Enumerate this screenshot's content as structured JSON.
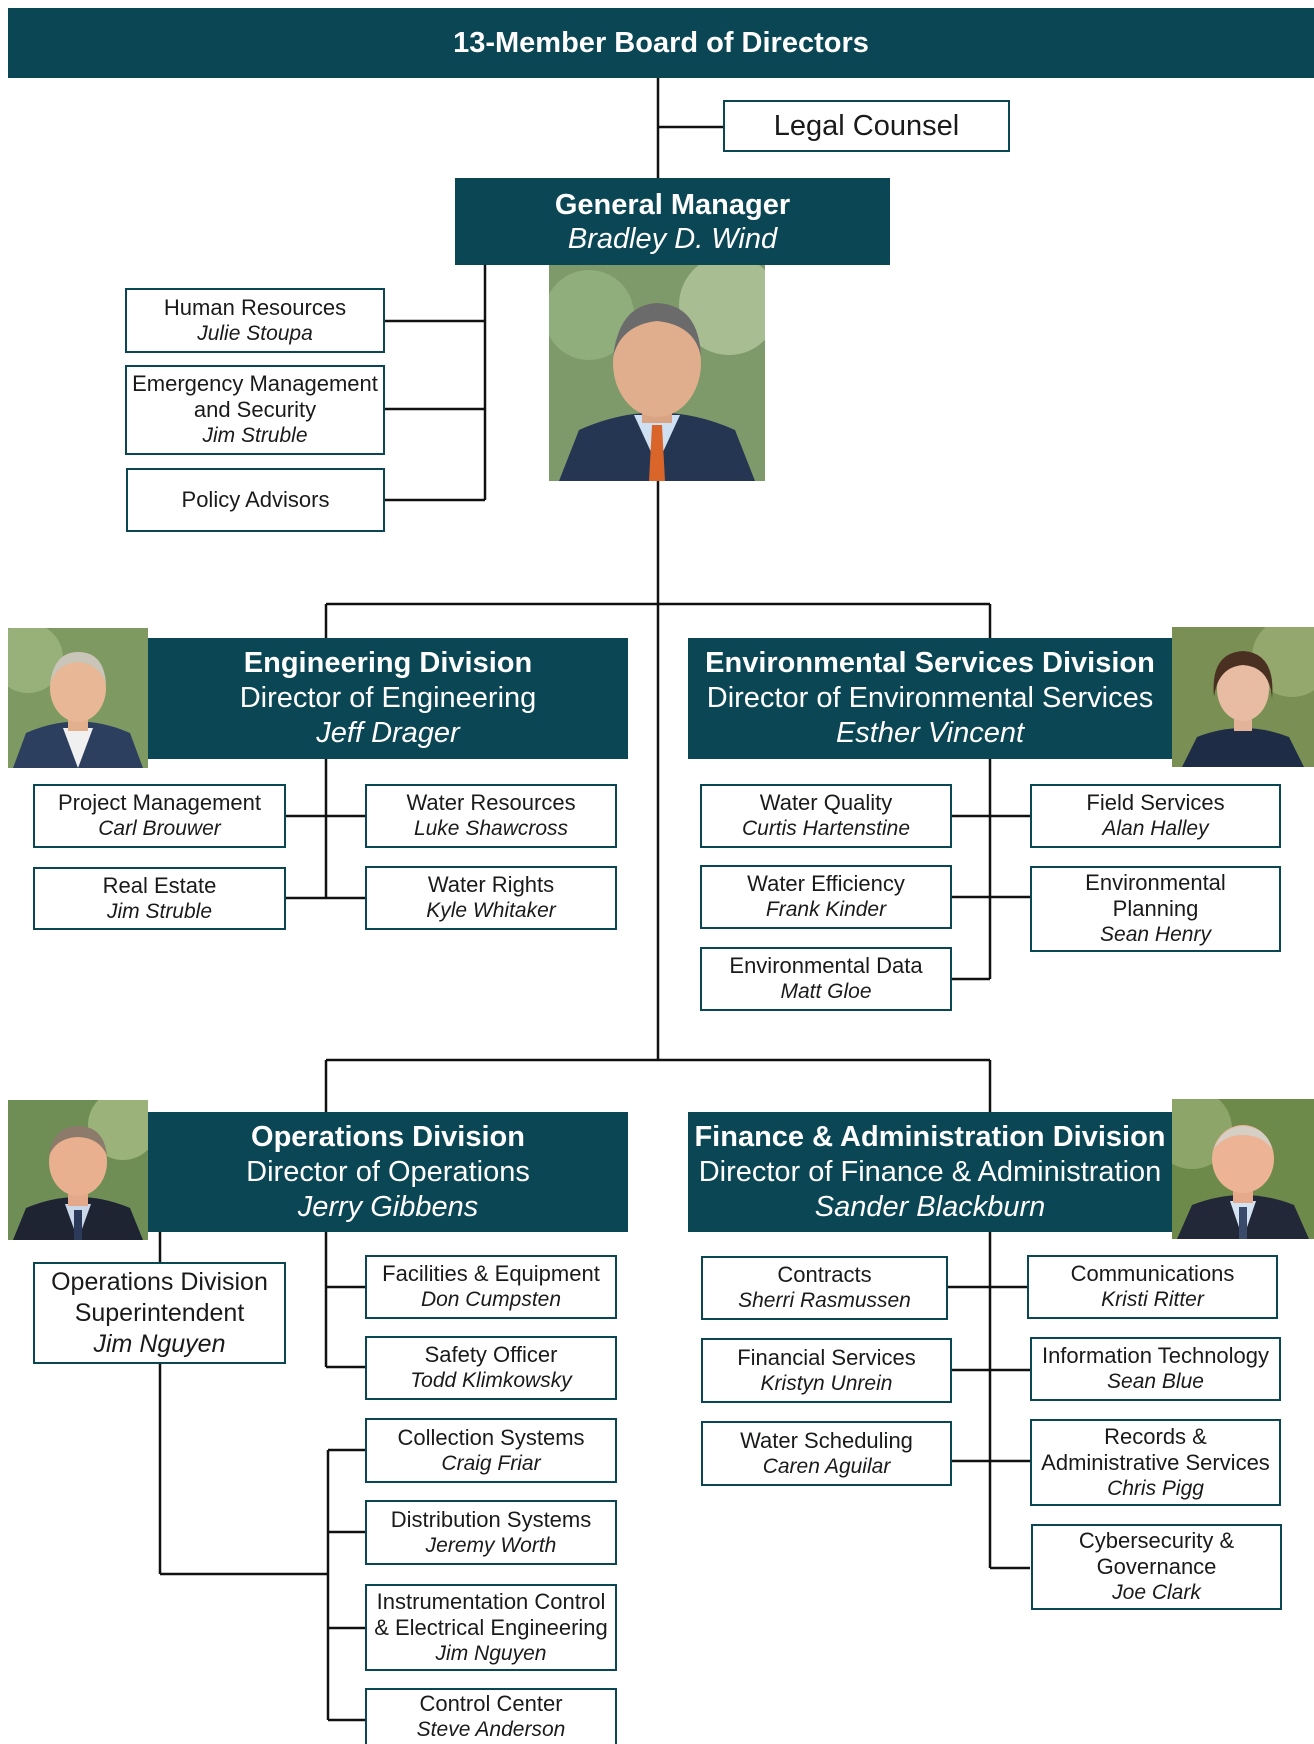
{
  "board": {
    "title": "13-Member Board of Directors"
  },
  "legal": {
    "title": "Legal Counsel"
  },
  "gm": {
    "title": "General Manager",
    "name": "Bradley D. Wind"
  },
  "gm_staff": [
    {
      "title": "Human Resources",
      "name": "Julie Stoupa"
    },
    {
      "title": "Emergency Management and Security",
      "name": "Jim Struble"
    },
    {
      "title": "Policy Advisors",
      "name": ""
    }
  ],
  "engineering": {
    "division": "Engineering Division",
    "role": "Director of Engineering",
    "name": "Jeff Drager",
    "units": [
      {
        "title": "Project Management",
        "name": "Carl Brouwer"
      },
      {
        "title": "Water Resources",
        "name": "Luke Shawcross"
      },
      {
        "title": "Real Estate",
        "name": "Jim Struble"
      },
      {
        "title": "Water Rights",
        "name": "Kyle Whitaker"
      }
    ]
  },
  "environmental": {
    "division": "Environmental Services Division",
    "role": "Director of Environmental Services",
    "name": "Esther Vincent",
    "units": [
      {
        "title": "Water Quality",
        "name": "Curtis Hartenstine"
      },
      {
        "title": "Field Services",
        "name": "Alan Halley"
      },
      {
        "title": "Water Efficiency",
        "name": "Frank Kinder"
      },
      {
        "title": "Environmental Planning",
        "name": "Sean Henry"
      },
      {
        "title": "Environmental Data",
        "name": "Matt Gloe"
      }
    ]
  },
  "operations": {
    "division": "Operations Division",
    "role": "Director of Operations",
    "name": "Jerry Gibbens",
    "superintendent": {
      "title": "Operations Division Superintendent",
      "name": "Jim Nguyen"
    },
    "units": [
      {
        "title": "Facilities & Equipment",
        "name": "Don Cumpsten"
      },
      {
        "title": "Safety Officer",
        "name": "Todd Klimkowsky"
      },
      {
        "title": "Collection Systems",
        "name": "Craig Friar"
      },
      {
        "title": "Distribution Systems",
        "name": "Jeremy Worth"
      },
      {
        "title": "Instrumentation Control & Electrical Engineering",
        "name": "Jim Nguyen"
      },
      {
        "title": "Control Center",
        "name": "Steve Anderson"
      }
    ]
  },
  "finance": {
    "division": "Finance & Administration Division",
    "role": "Director of Finance & Administration",
    "name": "Sander Blackburn",
    "units": [
      {
        "title": "Contracts",
        "name": "Sherri Rasmussen"
      },
      {
        "title": "Communications",
        "name": "Kristi Ritter"
      },
      {
        "title": "Financial Services",
        "name": "Kristyn Unrein"
      },
      {
        "title": "Information Technology",
        "name": "Sean Blue"
      },
      {
        "title": "Water Scheduling",
        "name": "Caren Aguilar"
      },
      {
        "title": "Records & Administrative Services",
        "name": "Chris Pigg"
      },
      {
        "title": "Cybersecurity & Governance",
        "name": "Joe Clark"
      }
    ]
  },
  "colors": {
    "banner": "#0b4655",
    "line": "#111111"
  }
}
